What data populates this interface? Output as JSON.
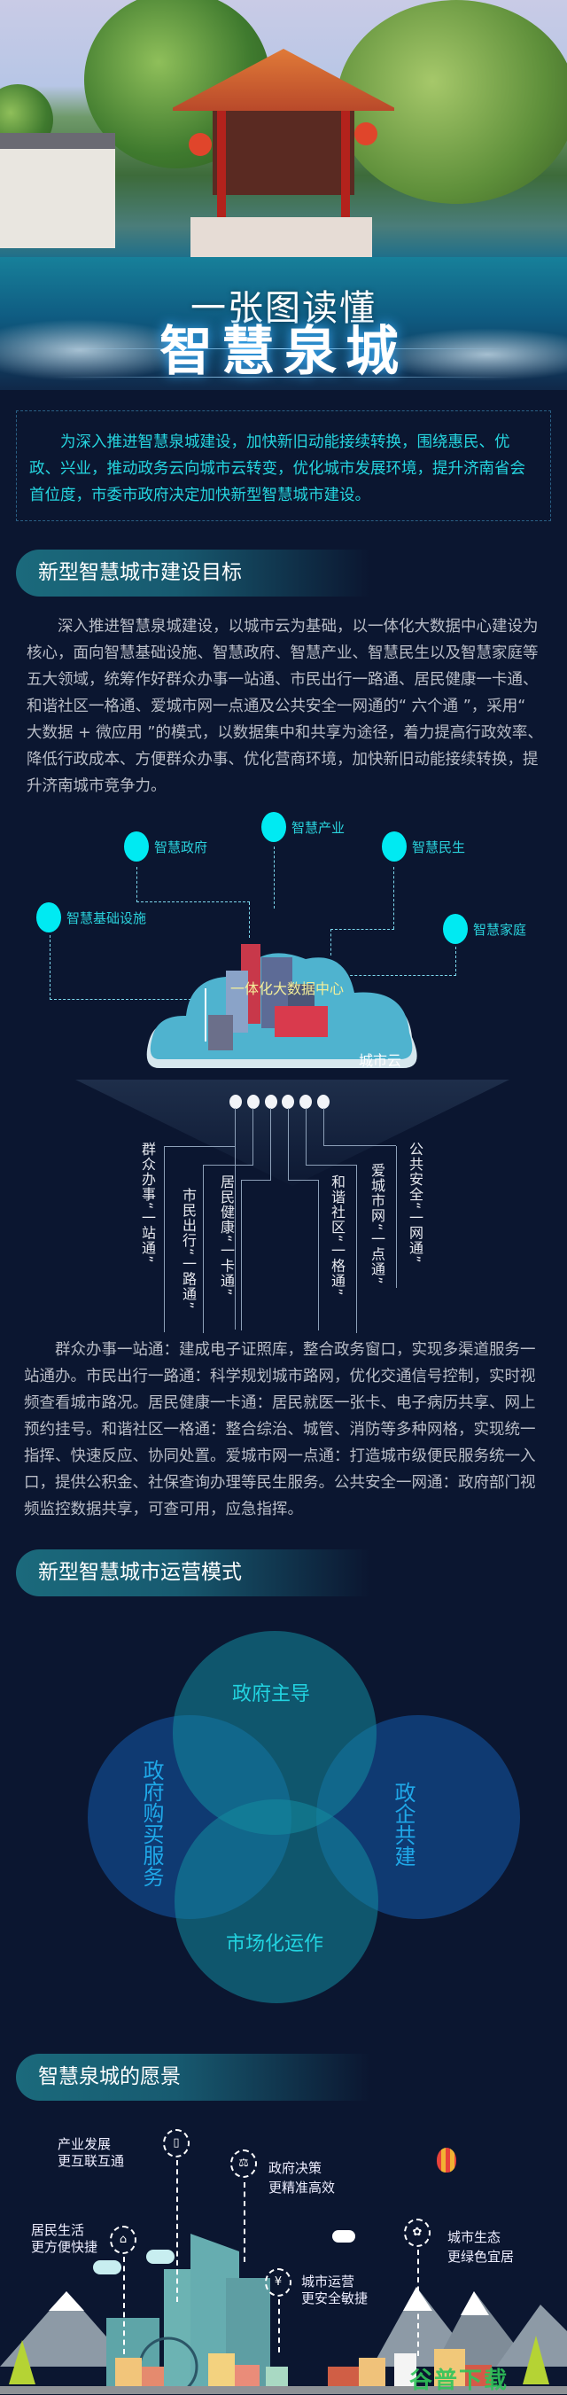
{
  "hero": {
    "subtitle": "一张图读懂",
    "title": "智慧泉城"
  },
  "intro": "为深入推进智慧泉城建设，加快新旧动能接续转换，围绕惠民、优政、兴业，推动政务云向城市云转变，优化城市发展环境，提升济南省会首位度，市委市政府决定加快新型智慧城市建设。",
  "section1": {
    "title": "新型智慧城市建设目标",
    "paragraph": "深入推进智慧泉城建设，以城市云为基础，以一体化大数据中心建设为核心，面向智慧基础设施、智慧政府、智慧产业、智慧民生以及智慧家庭等五大领域，统筹作好群众办事一站通、市民出行一路通、居民健康一卡通、和谐社区一格通、爱城市网一点通及公共安全一网通的“ 六个通 ”，采用“ 大数据 + 微应用 ”的模式，以数据集中和共享为途径，着力提高行政效率、降低行政成本、方便群众办事、优化营商环境，加快新旧动能接续转换，提升济南城市竞争力。",
    "diagram": {
      "domains": [
        "智慧基础设施",
        "智慧政府",
        "智慧产业",
        "智慧民生",
        "智慧家庭"
      ],
      "center": "一体化大数据中心",
      "cloud": "城市云",
      "six_links": [
        "群众办事“一站通”",
        "市民出行“一路通”",
        "居民健康“一卡通”",
        "和谐社区“一格通”",
        "爱城市网“一点通”",
        "公共安全“一网通”"
      ]
    },
    "detail": "群众办事一站通：建成电子证照库，整合政务窗口，实现多渠道服务一站通办。市民出行一路通：科学规划城市路网，优化交通信号控制，实时视频查看城市路况。居民健康一卡通：居民就医一张卡、电子病历共享、网上预约挂号。和谐社区一格通：整合综治、城管、消防等多种网格，实现统一指挥、快速反应、协同处置。爱城市网一点通：打造城市级便民服务统一入口，提供公积金、社保查询办理等民生服务。公共安全一网通：政府部门视频监控数据共享，可查可用，应急指挥。"
  },
  "section2": {
    "title": "新型智慧城市运营模式",
    "venn": {
      "top": "政府主导",
      "left": "政府购买服务",
      "right": "政企共建",
      "bottom": "市场化运作"
    }
  },
  "section3": {
    "title": "智慧泉城的愿景",
    "items": [
      {
        "line1": "产业发展",
        "line2": "更互联互通",
        "icon": "phone-icon"
      },
      {
        "line1": "政府决策",
        "line2": "更精准高效",
        "icon": "scales-icon"
      },
      {
        "line1": "居民生活",
        "line2": "更方便快捷",
        "icon": "house-icon"
      },
      {
        "line1": "城市运营",
        "line2": "更安全敏捷",
        "icon": "money-bag-icon"
      },
      {
        "line1": "城市生态",
        "line2": "更绿色宜居",
        "icon": "ecology-icon"
      }
    ],
    "watermark": "谷普下载"
  },
  "colors": {
    "background": "#0b1630",
    "accent_cyan": "#00eaf2",
    "intro_text": "#25d5df",
    "header_pill": "#1b6a7c"
  }
}
